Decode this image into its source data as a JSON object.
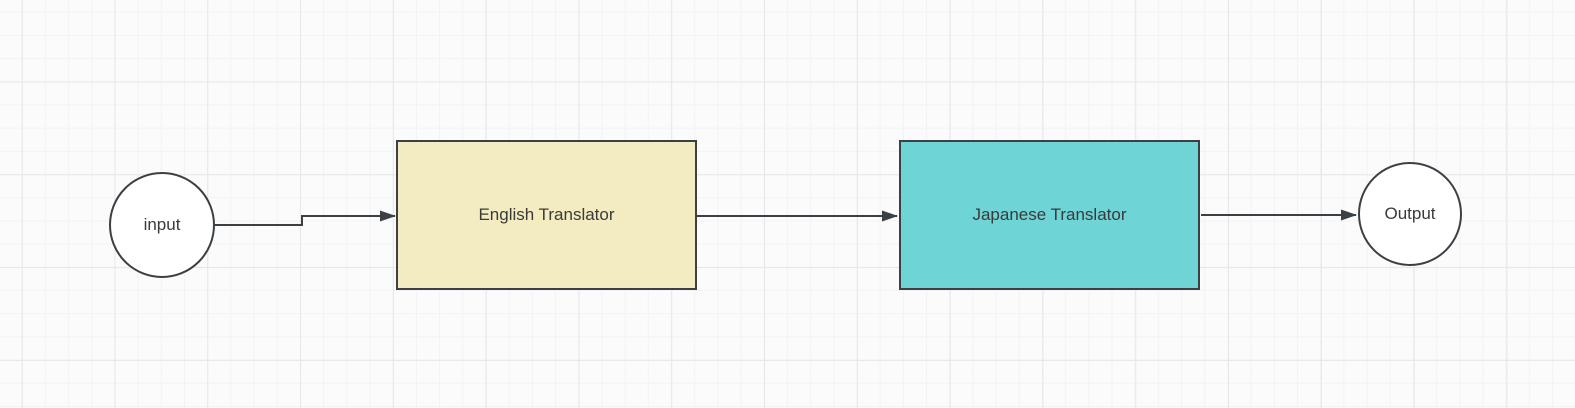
{
  "canvas": {
    "background": "#FBFBFC",
    "grid_minor_color": "#F3F3F5",
    "grid_major_color": "#E7E7EA"
  },
  "diagram": {
    "stroke_color": "#3B4045",
    "text_color": "#3A3A3A",
    "nodes": [
      {
        "id": "input",
        "shape": "ellipse",
        "label": "input",
        "fill": "#FFFFFF"
      },
      {
        "id": "english-translator",
        "shape": "rectangle",
        "label": "English Translator",
        "fill": "#F2ECC0"
      },
      {
        "id": "japanese-translator",
        "shape": "rectangle",
        "label": "Japanese Translator",
        "fill": "#6ED4D6"
      },
      {
        "id": "output",
        "shape": "ellipse",
        "label": "Output",
        "fill": "#FFFFFF"
      }
    ],
    "edges": [
      {
        "from": "input",
        "to": "english-translator",
        "style": "orthogonal-arrow"
      },
      {
        "from": "english-translator",
        "to": "japanese-translator",
        "style": "straight-arrow"
      },
      {
        "from": "japanese-translator",
        "to": "output",
        "style": "straight-arrow"
      }
    ]
  }
}
